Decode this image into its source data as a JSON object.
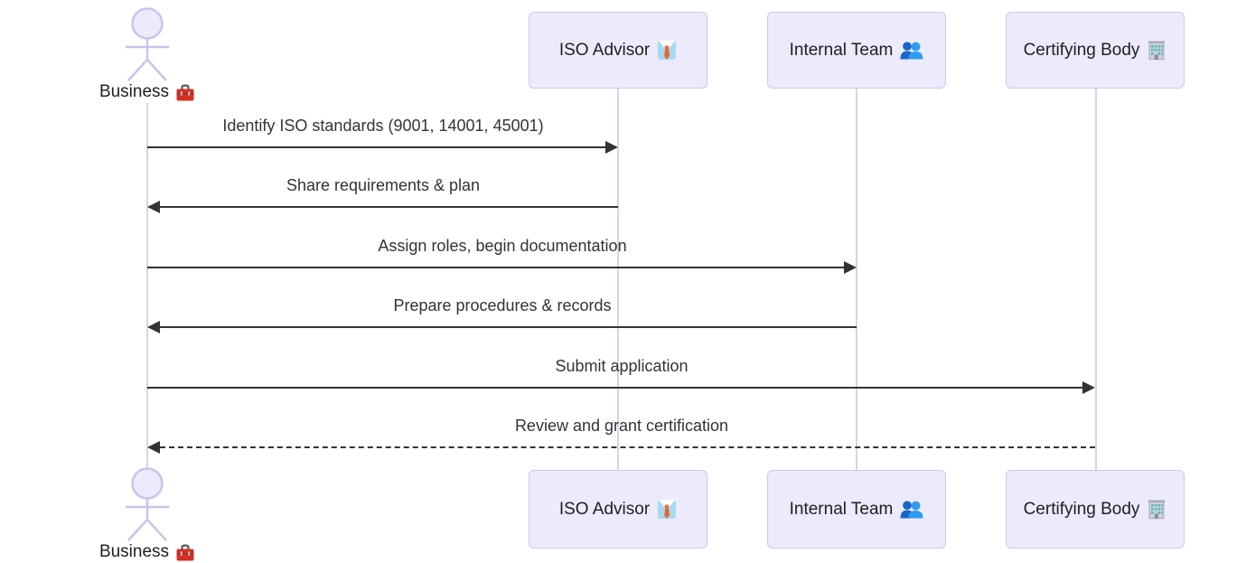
{
  "diagram": {
    "type": "sequence-diagram",
    "actors": [
      {
        "label": "Business",
        "icon": "toolbox-icon",
        "kind": "actor"
      },
      {
        "label": "ISO Advisor",
        "icon": "necktie-icon",
        "kind": "participant"
      },
      {
        "label": "Internal Team",
        "icon": "people-icon",
        "kind": "participant"
      },
      {
        "label": "Certifying Body",
        "icon": "building-icon",
        "kind": "participant"
      }
    ],
    "messages": [
      {
        "from": "Business",
        "to": "ISO Advisor",
        "text": "Identify ISO standards (9001, 14001, 45001)",
        "line": "solid",
        "direction": "right"
      },
      {
        "from": "ISO Advisor",
        "to": "Business",
        "text": "Share requirements & plan",
        "line": "solid",
        "direction": "left"
      },
      {
        "from": "Business",
        "to": "Internal Team",
        "text": "Assign roles, begin documentation",
        "line": "solid",
        "direction": "right"
      },
      {
        "from": "Internal Team",
        "to": "Business",
        "text": "Prepare procedures & records",
        "line": "solid",
        "direction": "left"
      },
      {
        "from": "Business",
        "to": "Certifying Body",
        "text": "Submit application",
        "line": "solid",
        "direction": "right"
      },
      {
        "from": "Certifying Body",
        "to": "Business",
        "text": "Review and grant certification",
        "line": "dashed",
        "direction": "left"
      }
    ],
    "colors": {
      "participant_fill": "#eceafb",
      "participant_border": "#cfc8ee",
      "lifeline": "#d8d2f0",
      "actor_stroke": "#cbc2ea",
      "message_line": "#333333",
      "text": "#1f1f1f",
      "background": "#ffffff"
    }
  }
}
